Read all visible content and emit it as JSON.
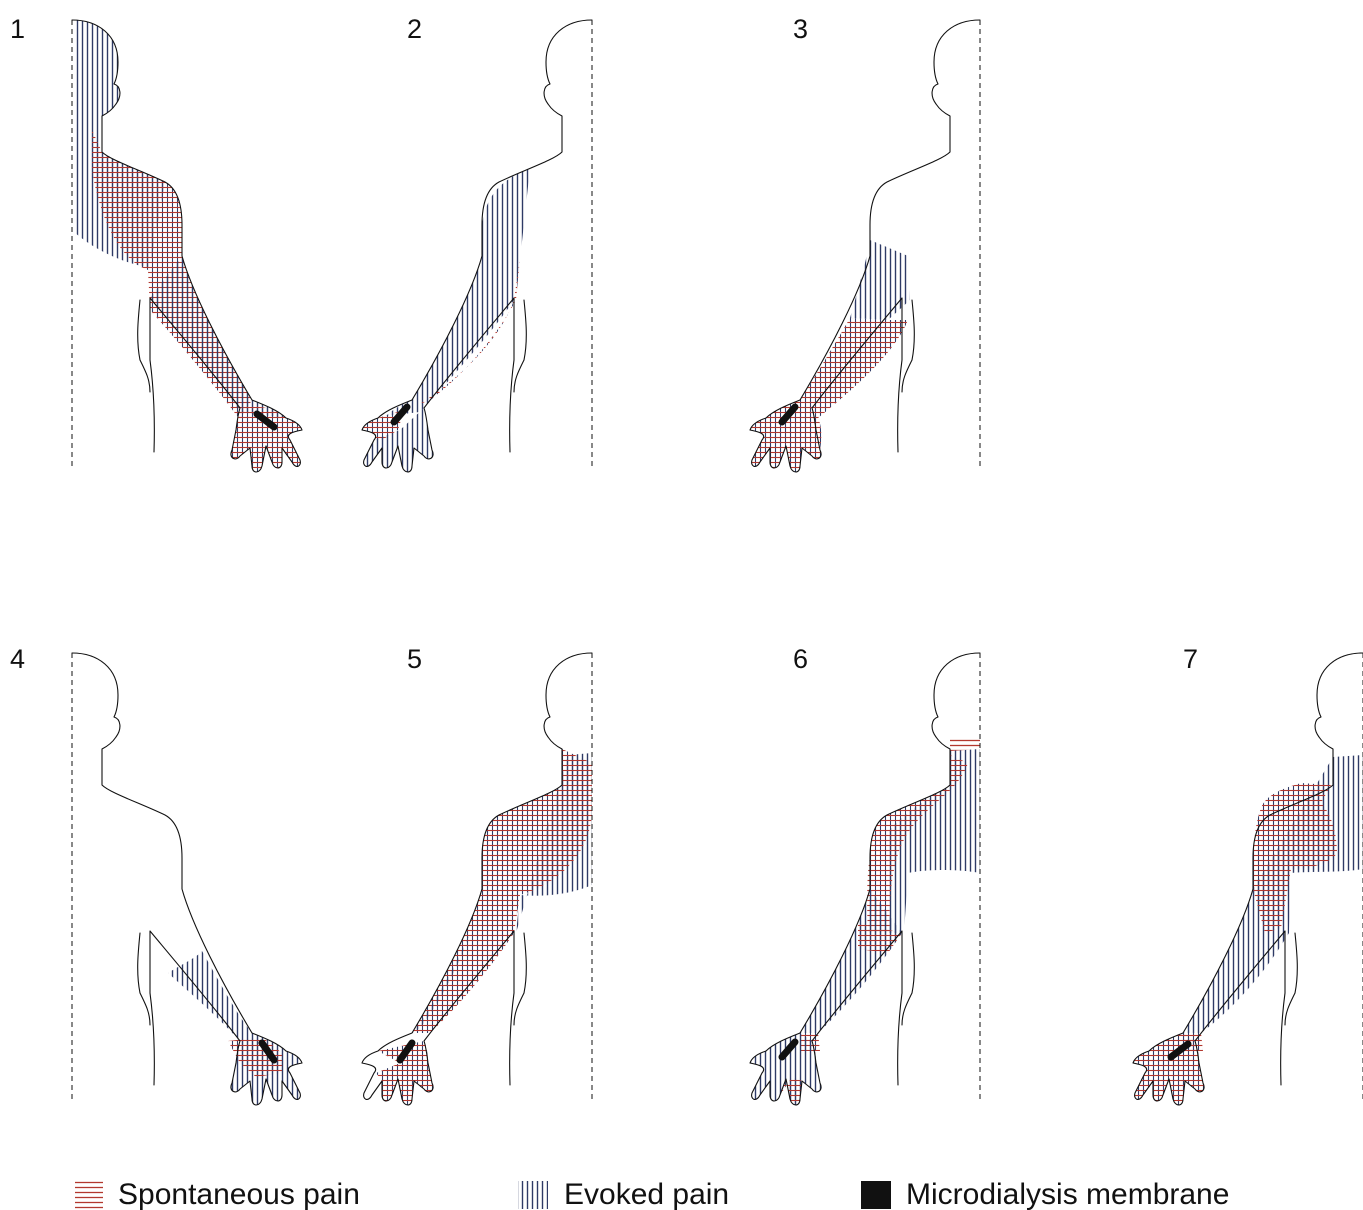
{
  "panels": [
    {
      "number": "1"
    },
    {
      "number": "2"
    },
    {
      "number": "3"
    },
    {
      "number": "4"
    },
    {
      "number": "5"
    },
    {
      "number": "6"
    },
    {
      "number": "7"
    }
  ],
  "legend": {
    "spontaneous": "Spontaneous pain",
    "evoked": "Evoked pain",
    "membrane": "Microdialysis membrane"
  },
  "colors": {
    "spontaneous": "#b3382f",
    "evoked": "#2e3a66",
    "membrane": "#111111",
    "outline": "#111111"
  }
}
